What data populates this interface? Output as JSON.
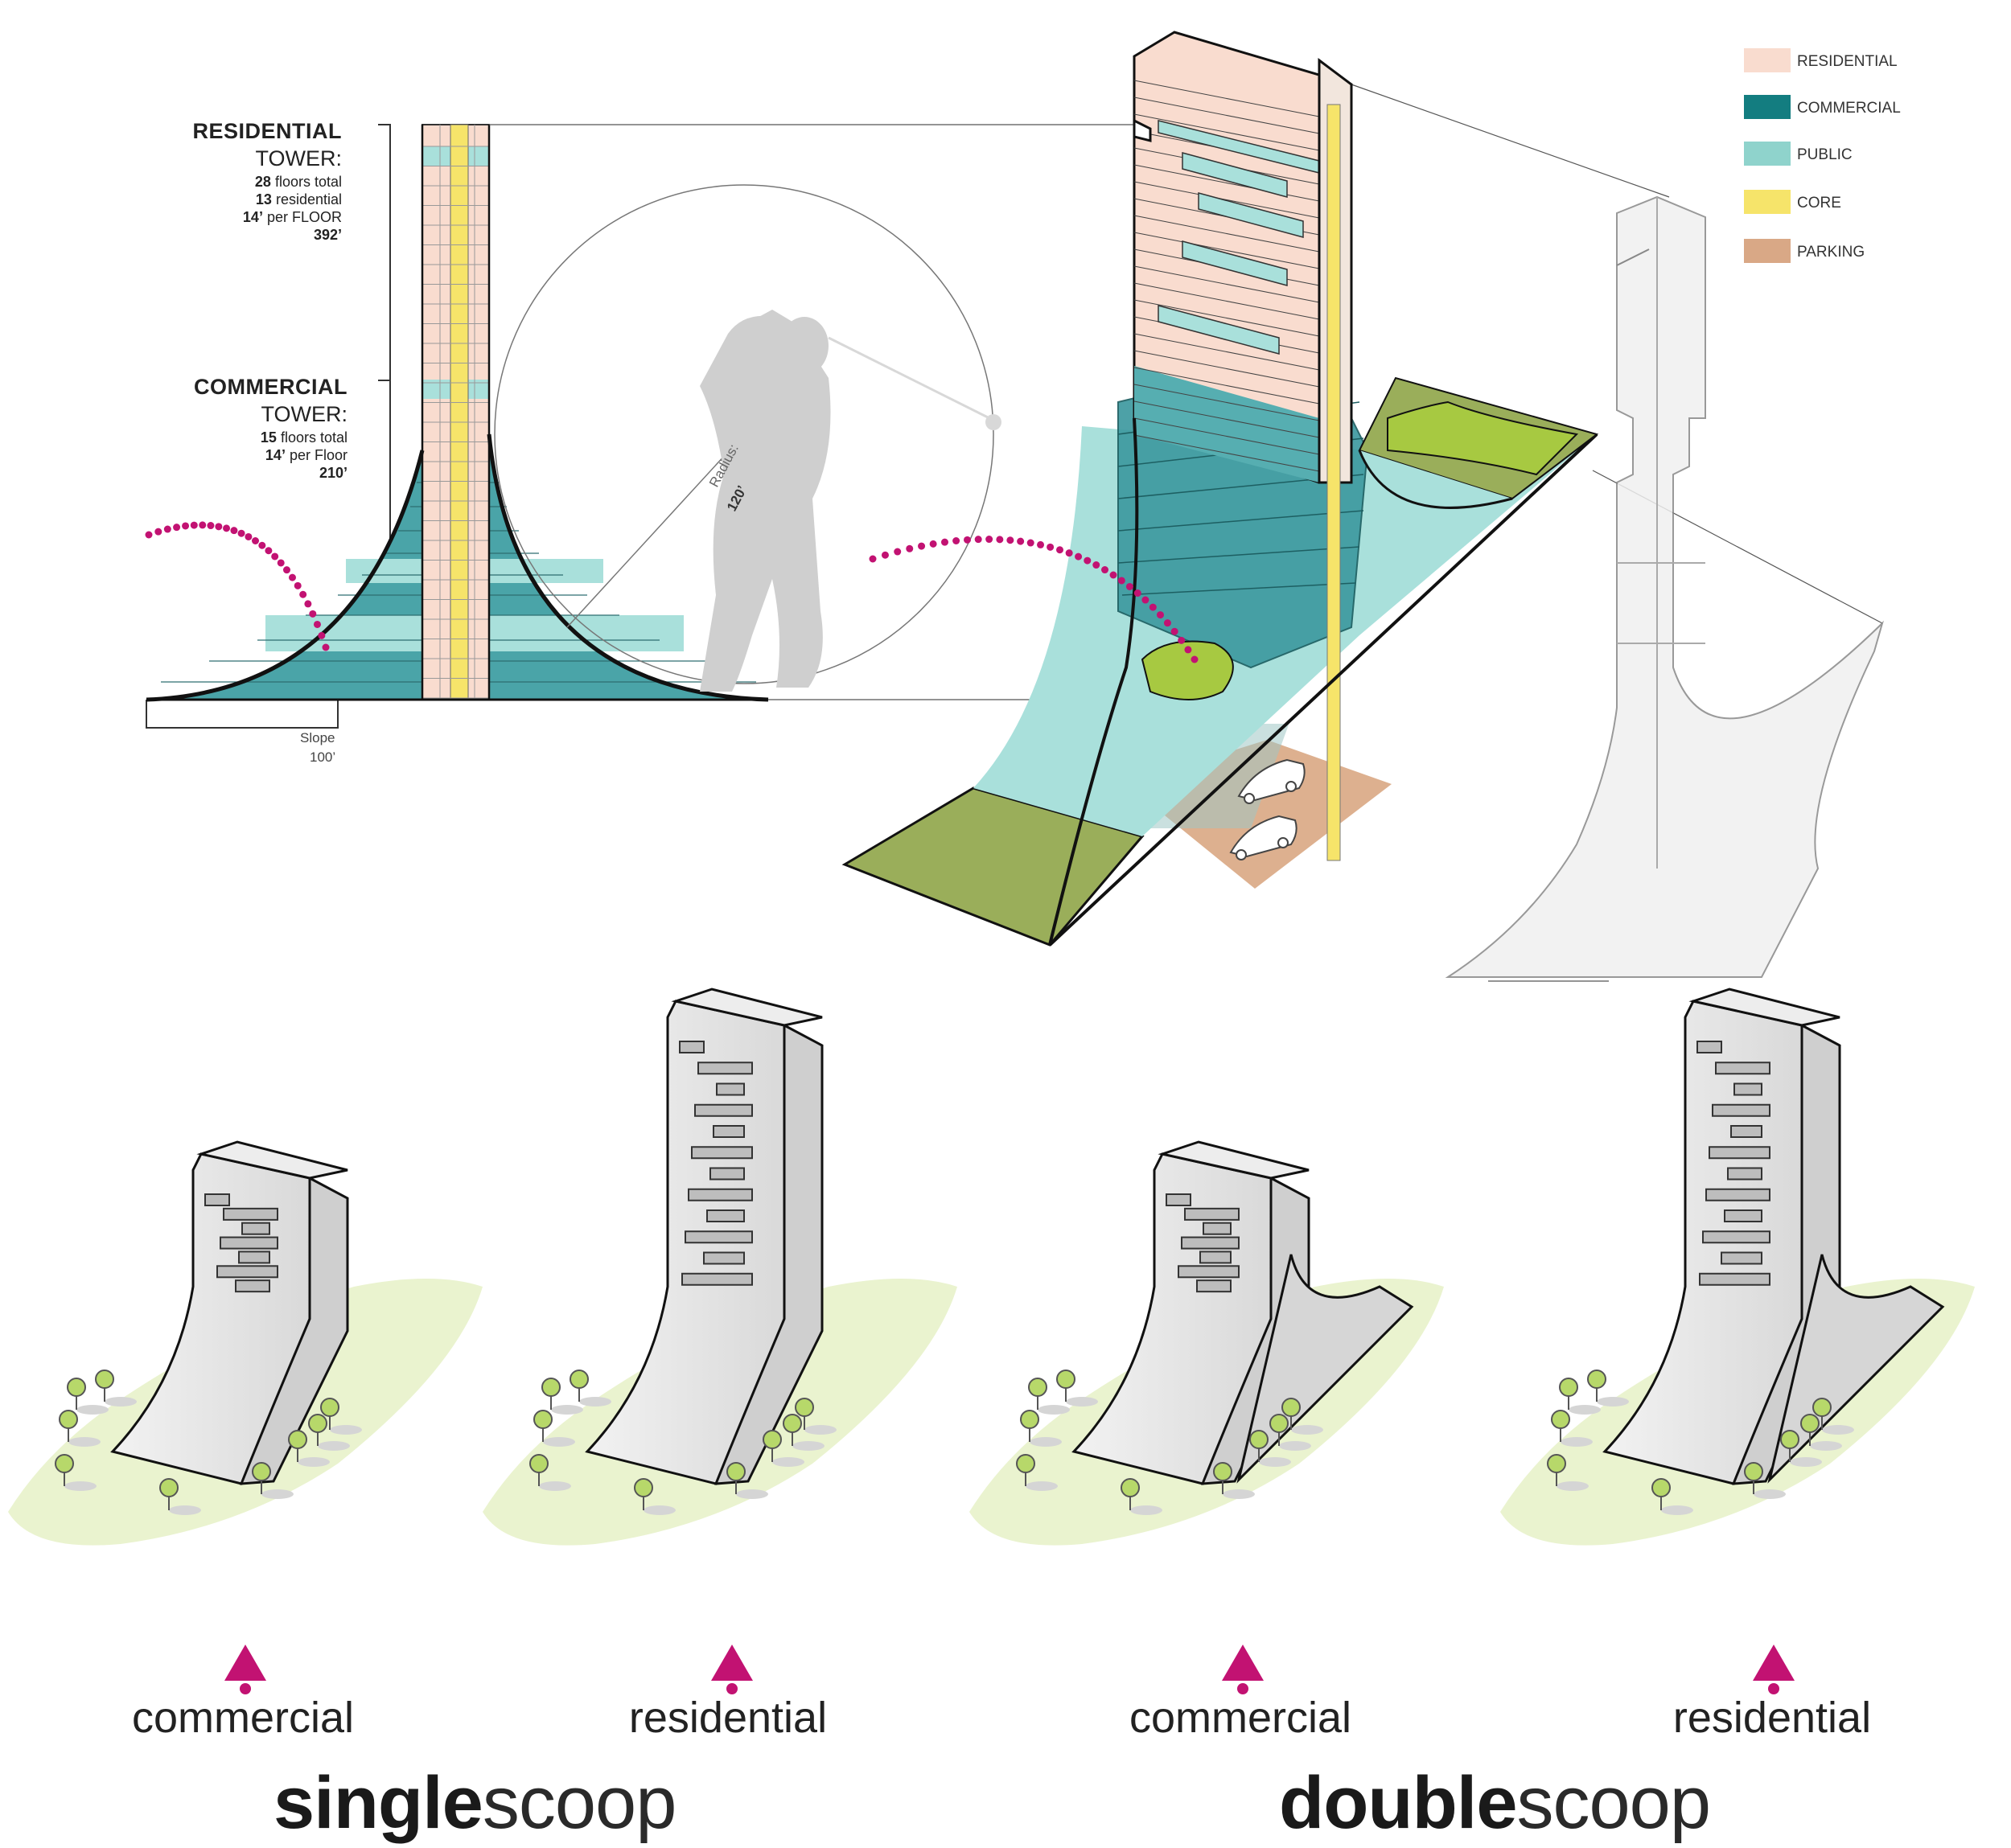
{
  "residential_tower": {
    "heading": "RESIDENTIAL",
    "subheading": "TOWER:",
    "floors_total_num": "28",
    "floors_total_text": "floors total",
    "residential_num": "13",
    "residential_text": "residential",
    "per_floor_num": "14’",
    "per_floor_text": "per FLOOR",
    "height": "392’"
  },
  "commercial_tower": {
    "heading": "COMMERCIAL",
    "subheading": "TOWER:",
    "floors_total_num": "15",
    "floors_total_text": "floors total",
    "per_floor_num": "14’",
    "per_floor_text": "per Floor",
    "height": "210’"
  },
  "slope": {
    "label": "Slope",
    "value": "100’"
  },
  "radius": {
    "label": "Radius:",
    "value": "120’"
  },
  "legend": [
    {
      "label": "RESIDENTIAL",
      "color": "#f9dccf"
    },
    {
      "label": "COMMERCIAL",
      "color": "#137d80"
    },
    {
      "label": "PUBLIC",
      "color": "#8fd3cc"
    },
    {
      "label": "CORE",
      "color": "#f6e46a"
    },
    {
      "label": "PARKING",
      "color": "#d9a886"
    }
  ],
  "colors": {
    "residential": "#f9dccf",
    "commercial": "#3e9aa0",
    "public": "#a9e0db",
    "core": "#f6e46a",
    "parking": "#ddb08f",
    "lawn": "#a7c941",
    "olive": "#9aae5a",
    "trajectory": "#c21272",
    "ground_wash": "#eaf3cf",
    "tree": "#b7d86a"
  },
  "variants": [
    {
      "caption": "commercial"
    },
    {
      "caption": "residential"
    },
    {
      "caption": "commercial"
    },
    {
      "caption": "residential"
    }
  ],
  "titles": {
    "single_bold": "single",
    "single_light": "scoop",
    "double_bold": "double",
    "double_light": "scoop"
  }
}
